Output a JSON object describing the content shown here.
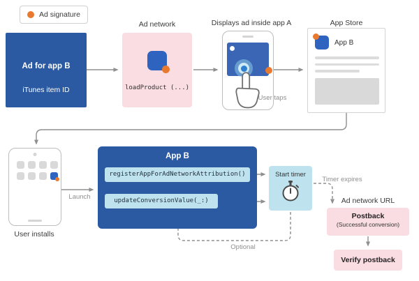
{
  "colors": {
    "primary_blue": "#2b5aa3",
    "icon_blue": "#2f63c0",
    "light_blue": "#bfe3ee",
    "pink": "#fadde3",
    "orange": "#e8792f",
    "arrow_gray": "#8f8f8f"
  },
  "legend": {
    "label": "Ad signature"
  },
  "flow_top": {
    "ad_creative": {
      "title": "Ad for app B",
      "subtitle": "iTunes item ID"
    },
    "ad_network": {
      "label": "Ad network",
      "code": "loadProduct (...)"
    },
    "display": {
      "label": "Displays ad inside app A",
      "caption": "User taps"
    },
    "app_store": {
      "label": "App Store",
      "app_name": "App B"
    }
  },
  "flow_bottom": {
    "install": {
      "caption": "User installs",
      "arrow_label": "Launch"
    },
    "app_b": {
      "title": "App B",
      "api_register": "registerAppForAdNetworkAttribution()",
      "api_update": "updateConversionValue(_:)"
    },
    "timer": {
      "label": "Start timer"
    },
    "timer_expires_label": "Timer expires",
    "postback": {
      "header": "Ad network URL",
      "title": "Postback",
      "subtitle": "(Successful conversion)"
    },
    "verify": {
      "title": "Verify postback"
    },
    "optional_label": "Optional"
  }
}
